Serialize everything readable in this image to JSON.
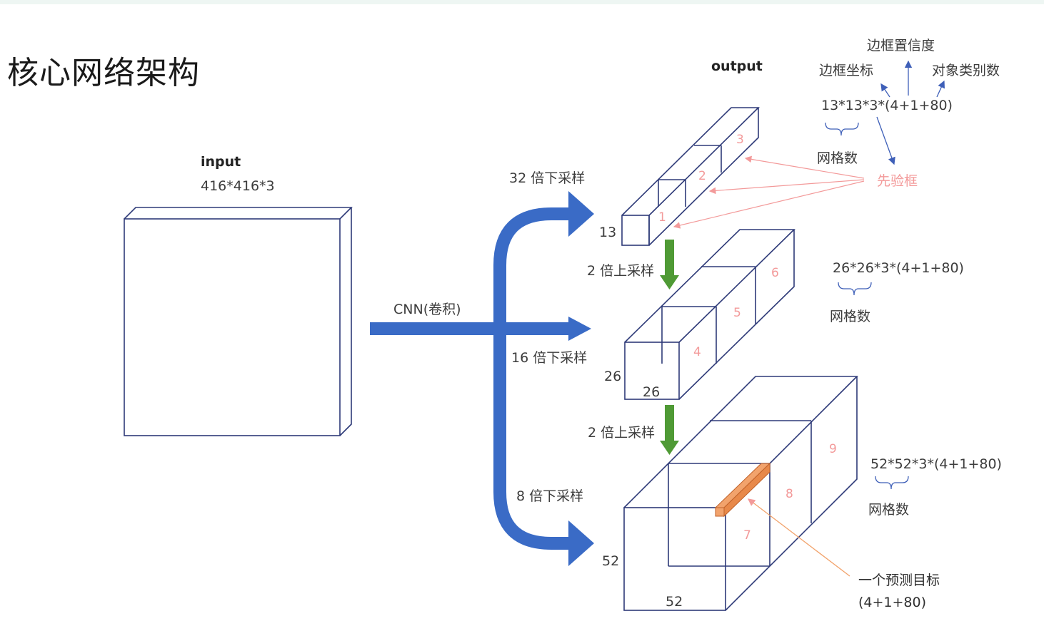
{
  "title": "核心网络架构",
  "input": {
    "label": "input",
    "dims": "416*416*3"
  },
  "cnn_label": "CNN(卷积)",
  "output_label": "output",
  "downsample": {
    "x32": "32 倍下采样",
    "x16": "16 倍下采样",
    "x8": "8 倍下采样"
  },
  "upsample": {
    "first": "2 倍上采样",
    "second": "2 倍上采样"
  },
  "scales": {
    "s13": {
      "size": "13",
      "formula": "13*13*3*(4+1+80)",
      "grid": "网格数"
    },
    "s26": {
      "size_left": "26",
      "size_bottom": "26",
      "formula": "26*26*3*(4+1+80)",
      "grid": "网格数"
    },
    "s52": {
      "size_left": "52",
      "size_bottom": "52",
      "formula": "52*52*3*(4+1+80)",
      "grid": "网格数"
    }
  },
  "annotations": {
    "box_confidence": "边框置信度",
    "box_coords": "边框坐标",
    "class_count": "对象类别数",
    "anchor_box": "先验框",
    "one_target": "一个预测目标",
    "target_dims": "(4+1+80)"
  },
  "anchor_numbers": [
    "1",
    "2",
    "3",
    "4",
    "5",
    "6",
    "7",
    "8",
    "9"
  ],
  "colors": {
    "box_stroke": "#2e3a78",
    "blue_arrow": "#3a6bc6",
    "green_arrow": "#4f9a35",
    "pink": "#f39a9a",
    "orange_cell": "#f2a36c",
    "annotation_arrow": "#3e5fb8"
  }
}
